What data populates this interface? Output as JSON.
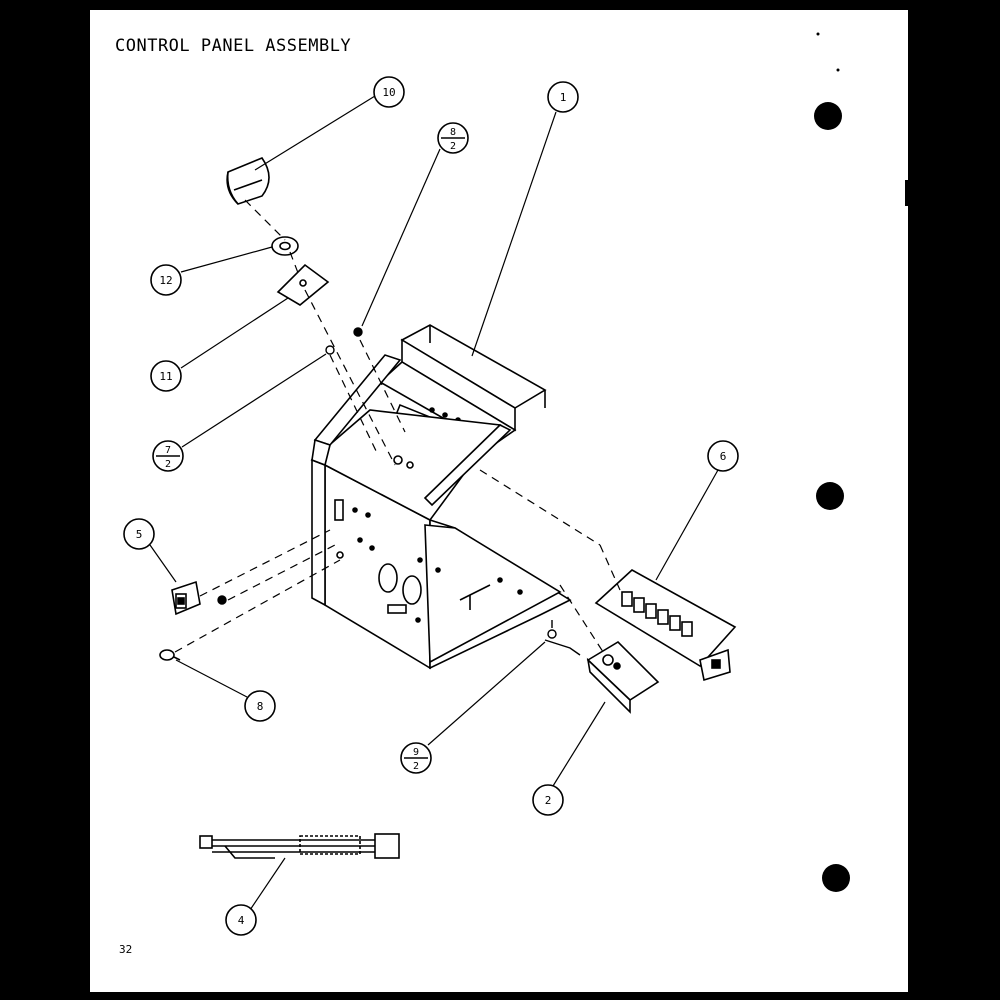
{
  "title": "CONTROL PANEL ASSEMBLY",
  "page_number": "32",
  "callouts": [
    {
      "id": "c10",
      "top": "10"
    },
    {
      "id": "c1",
      "top": "1"
    },
    {
      "id": "c8-2",
      "top": "8",
      "bottom": "2"
    },
    {
      "id": "c12",
      "top": "12"
    },
    {
      "id": "c11",
      "top": "11"
    },
    {
      "id": "c7-2",
      "top": "7",
      "bottom": "2"
    },
    {
      "id": "c6",
      "top": "6"
    },
    {
      "id": "c5",
      "top": "5"
    },
    {
      "id": "c8",
      "top": "8"
    },
    {
      "id": "c9-2",
      "top": "9",
      "bottom": "2"
    },
    {
      "id": "c2",
      "top": "2"
    },
    {
      "id": "c4",
      "top": "4"
    }
  ]
}
